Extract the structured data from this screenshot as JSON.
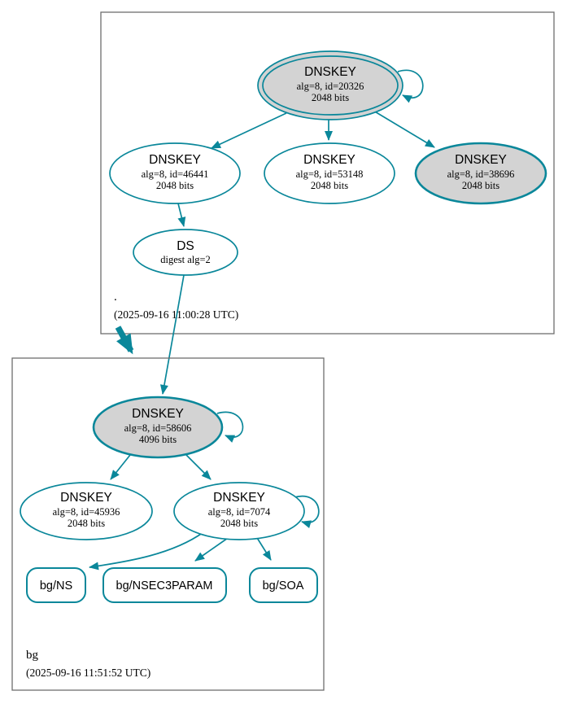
{
  "colors": {
    "secure_edge": "#0a879a",
    "ksk_fill": "#d3d3d3",
    "node_fill": "#ffffff",
    "zone_border": "#6e6e6e",
    "text": "#000000",
    "background": "#ffffff"
  },
  "root_zone": {
    "label": ".",
    "timestamp": "(2025-09-16 11:00:28 UTC)",
    "nodes": {
      "ksk_20326": {
        "title": "DNSKEY",
        "alg": "alg=8, id=20326",
        "bits": "2048 bits"
      },
      "zsk_46441": {
        "title": "DNSKEY",
        "alg": "alg=8, id=46441",
        "bits": "2048 bits"
      },
      "zsk_53148": {
        "title": "DNSKEY",
        "alg": "alg=8, id=53148",
        "bits": "2048 bits"
      },
      "ksk_38696": {
        "title": "DNSKEY",
        "alg": "alg=8, id=38696",
        "bits": "2048 bits"
      },
      "ds": {
        "title": "DS",
        "digest": "digest alg=2"
      }
    }
  },
  "bg_zone": {
    "label": "bg",
    "timestamp": "(2025-09-16 11:51:52 UTC)",
    "nodes": {
      "ksk_58606": {
        "title": "DNSKEY",
        "alg": "alg=8, id=58606",
        "bits": "4096 bits"
      },
      "zsk_45936": {
        "title": "DNSKEY",
        "alg": "alg=8, id=45936",
        "bits": "2048 bits"
      },
      "zsk_7074": {
        "title": "DNSKEY",
        "alg": "alg=8, id=7074",
        "bits": "2048 bits"
      },
      "rrset_ns": {
        "label": "bg/NS"
      },
      "rrset_nsec3param": {
        "label": "bg/NSEC3PARAM"
      },
      "rrset_soa": {
        "label": "bg/SOA"
      }
    }
  }
}
